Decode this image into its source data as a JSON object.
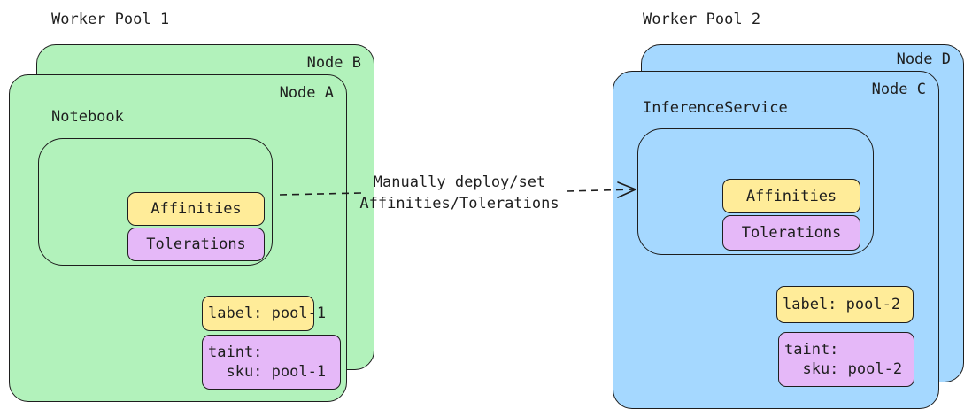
{
  "colors": {
    "green": "#b2f2bb",
    "blue": "#a5d8ff",
    "yellow": "#ffec99",
    "purple": "#e5b8f8",
    "stroke": "#1e1e1e"
  },
  "pool1": {
    "title": "Worker Pool 1",
    "back_node": "Node B",
    "front_node": "Node A",
    "workload": "Notebook",
    "affinities": "Affinities",
    "tolerations": "Tolerations",
    "label": "label: pool-1",
    "taint_line1": "taint:",
    "taint_line2": "  sku: pool-1"
  },
  "pool2": {
    "title": "Worker Pool 2",
    "back_node": "Node D",
    "front_node": "Node C",
    "workload": "InferenceService",
    "affinities": "Affinities",
    "tolerations": "Tolerations",
    "label": "label: pool-2",
    "taint_line1": "taint:",
    "taint_line2": "  sku: pool-2"
  },
  "connector": {
    "line1": "Manually deploy/set",
    "line2": "Affinities/Tolerations"
  }
}
